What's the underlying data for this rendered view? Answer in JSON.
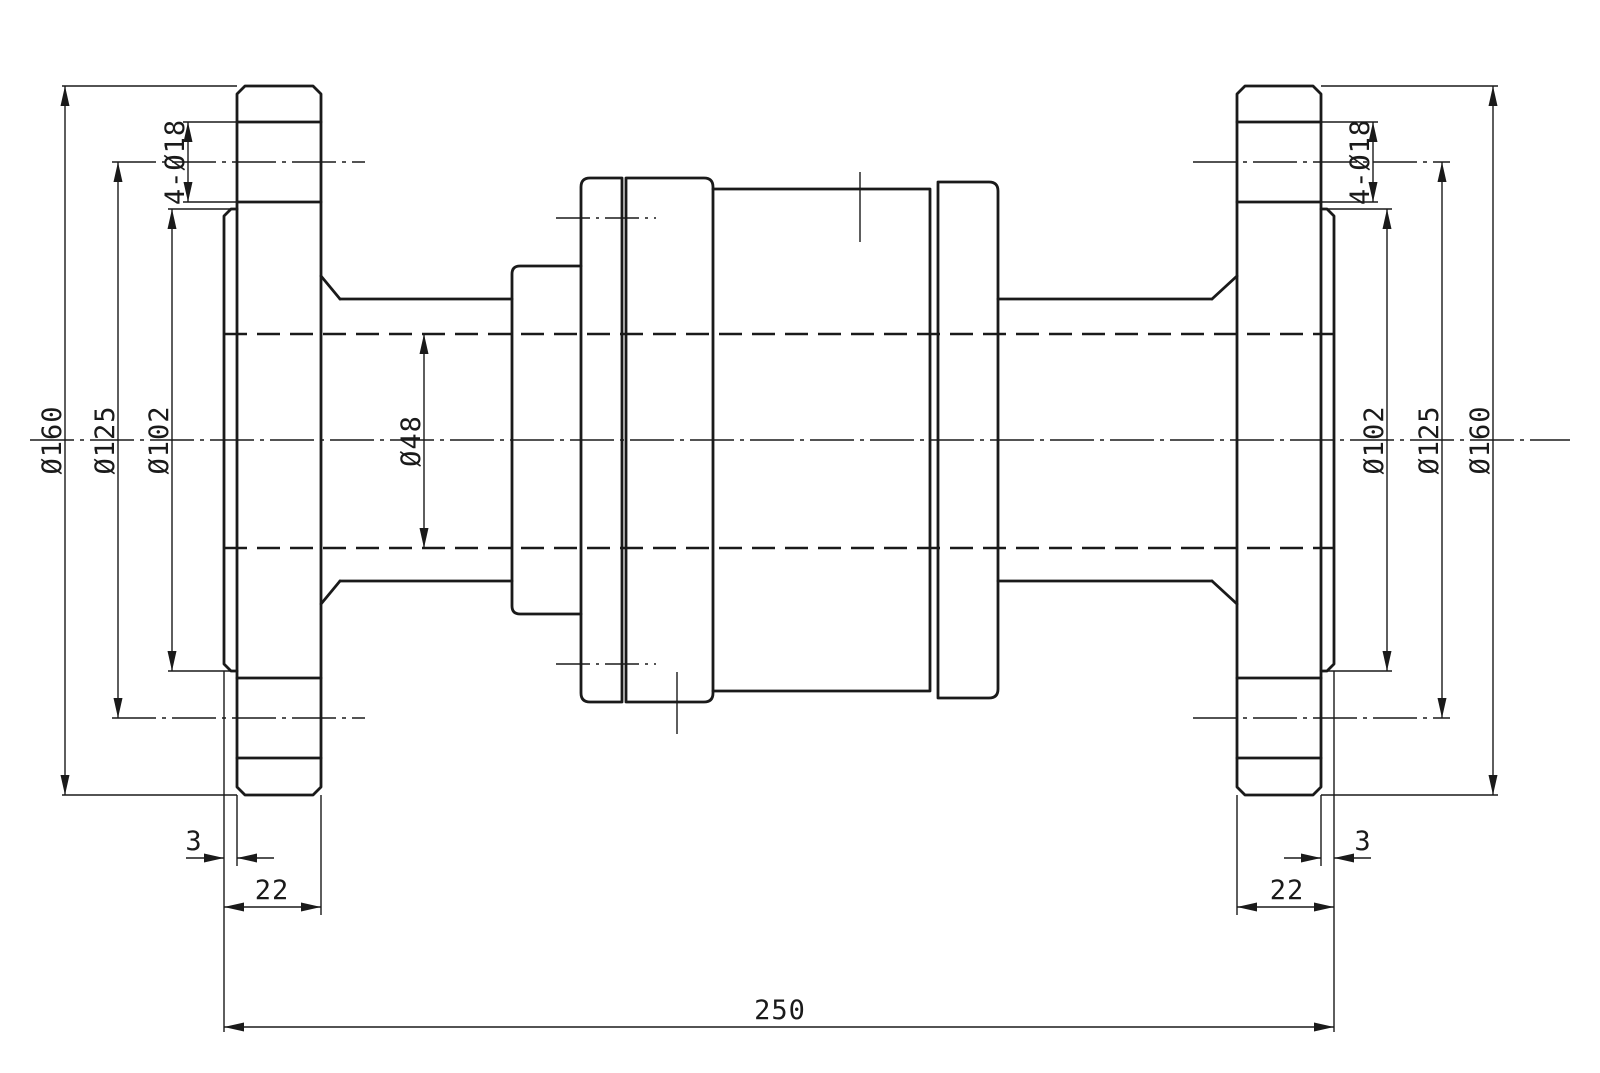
{
  "colors": {
    "line": "#1a1a1a",
    "background": "#ffffff"
  },
  "dimensions": {
    "left_flange": {
      "outer_diameter": "Ø160",
      "bolt_circle_diameter": "Ø125",
      "raised_face_diameter": "Ø102",
      "bolt_holes": "4-Ø18",
      "raised_face_height": "3",
      "thickness": "22"
    },
    "right_flange": {
      "outer_diameter": "Ø160",
      "bolt_circle_diameter": "Ø125",
      "raised_face_diameter": "Ø102",
      "bolt_holes": "4-Ø18",
      "raised_face_height": "3",
      "thickness": "22"
    },
    "bore_diameter": "Ø48",
    "overall_length": "250"
  }
}
